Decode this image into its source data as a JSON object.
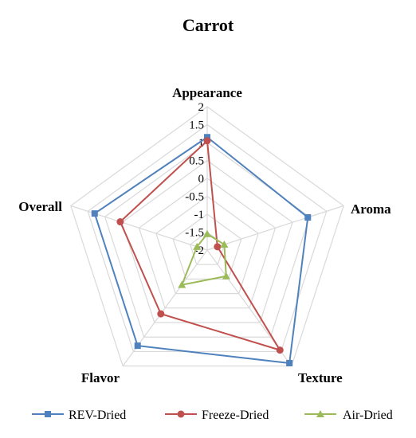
{
  "chart_data": {
    "type": "radar",
    "title": "Carrot",
    "axes": [
      "Appearance",
      "Aroma",
      "Texture",
      "Flavor",
      "Overall"
    ],
    "rlim": [
      -2,
      2
    ],
    "ticks": [
      "2",
      "1.5",
      "1",
      "0.5",
      "0",
      "-0.5",
      "-1",
      "-1.5",
      "-2"
    ],
    "grid": true,
    "legend": "bottom",
    "series": [
      {
        "name": "REV-Dried",
        "color": "#4f81bd",
        "marker": "square",
        "values": [
          1.15,
          0.95,
          1.9,
          1.3,
          1.3
        ]
      },
      {
        "name": "Freeze-Dried",
        "color": "#c0504d",
        "marker": "circle",
        "values": [
          1.05,
          -1.7,
          1.45,
          0.2,
          0.55
        ]
      },
      {
        "name": "Air-Dried",
        "color": "#9bbb59",
        "marker": "triangle",
        "values": [
          -1.55,
          -1.5,
          -1.1,
          -0.8,
          -1.7
        ]
      }
    ]
  }
}
